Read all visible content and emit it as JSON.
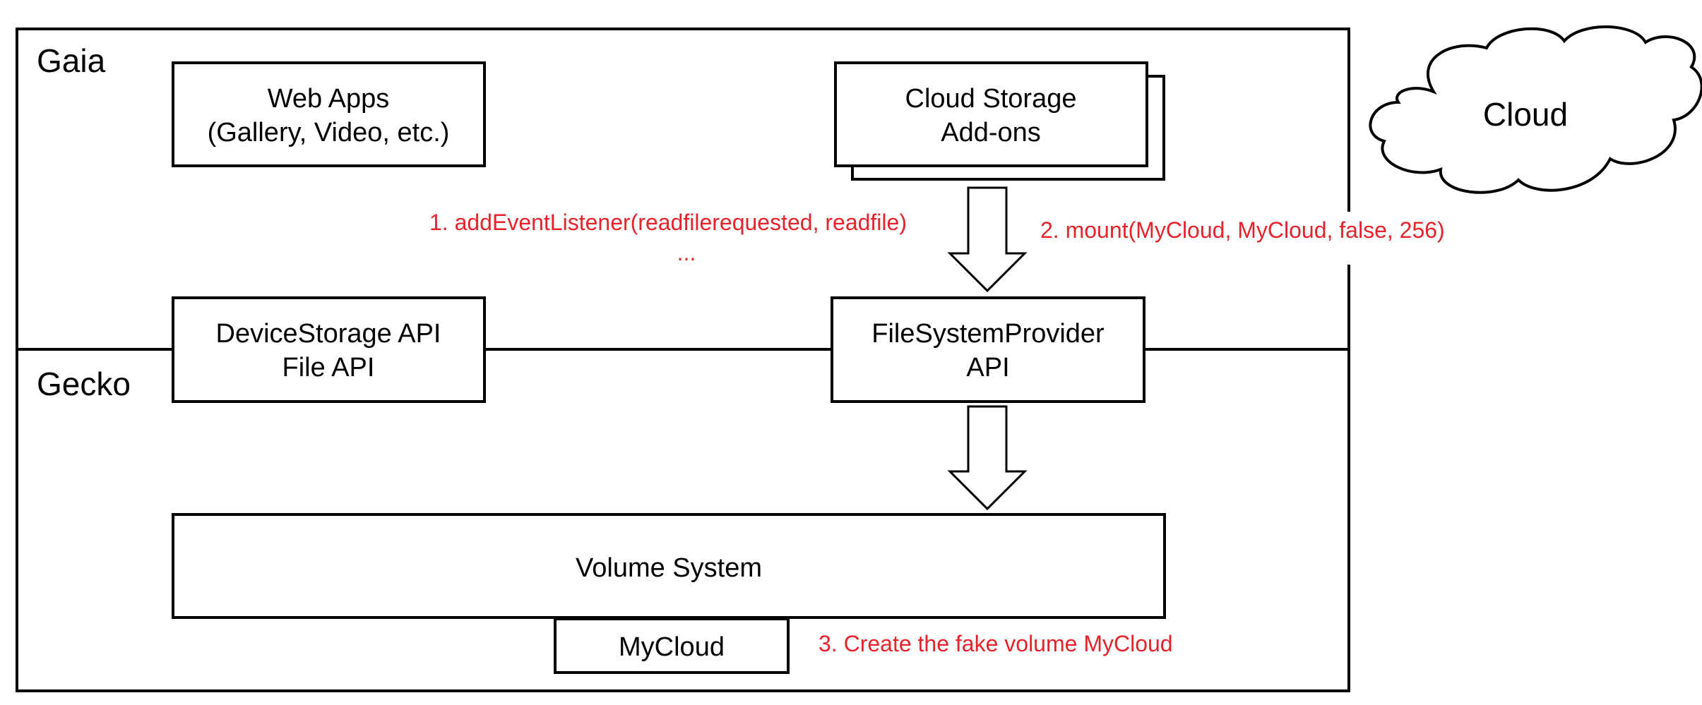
{
  "layers": {
    "gaia": "Gaia",
    "gecko": "Gecko"
  },
  "boxes": {
    "web_apps": {
      "line1": "Web Apps",
      "line2": "(Gallery, Video, etc.)"
    },
    "cloud_storage": {
      "line1": "Cloud Storage",
      "line2": "Add-ons"
    },
    "device_storage": {
      "line1": "DeviceStorage API",
      "line2": "File API"
    },
    "fs_provider": {
      "line1": "FileSystemProvider",
      "line2": "API"
    },
    "volume_system": {
      "line1": "Volume System"
    },
    "mycloud": {
      "line1": "MyCloud"
    }
  },
  "cloud": {
    "label": "Cloud"
  },
  "annotations": {
    "step1": "1. addEventListener(readfilerequested, readfile)",
    "step1_more": "...",
    "step2": "2. mount(MyCloud, MyCloud, false, 256)",
    "step3": "3. Create the fake volume MyCloud"
  },
  "colors": {
    "annotation": "#e8222a",
    "line": "#000000"
  }
}
